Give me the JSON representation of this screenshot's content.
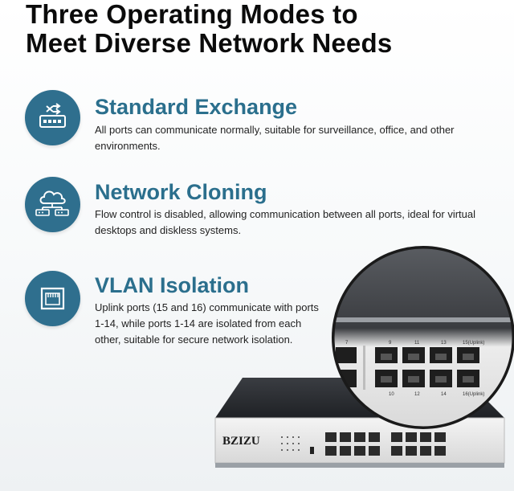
{
  "headline": {
    "line1": "Three Operating Modes to",
    "line2": "Meet Diverse Network Needs"
  },
  "modes": [
    {
      "title": "Standard Exchange",
      "desc_lines": [
        "All ports can communicate normally, suitable for surveillance, office, and other",
        "environments."
      ],
      "icon": "switch-exchange-icon"
    },
    {
      "title": "Network Cloning",
      "desc_lines": [
        "Flow control is disabled, allowing communication between all ports, ideal for virtual",
        "desktops and diskless systems."
      ],
      "icon": "cloud-network-icon"
    },
    {
      "title": "VLAN Isolation",
      "desc_lines": [
        "Uplink ports (15 and 16) communicate with ports",
        "1-14, while ports 1-14 are isolated from each",
        "other, suitable for secure network isolation."
      ],
      "icon": "ethernet-port-icon"
    }
  ],
  "device": {
    "brand": "BZIZU",
    "zoom_port_numbers_top": [
      "7",
      "9",
      "11",
      "13",
      "15(Uplink)"
    ],
    "zoom_port_numbers_bottom": [
      "10",
      "12",
      "14",
      "16(Uplink)"
    ],
    "colors": {
      "accent": "#2b6f8d",
      "badge": "#2f6f8e",
      "device_body": "#2a2c30"
    }
  }
}
